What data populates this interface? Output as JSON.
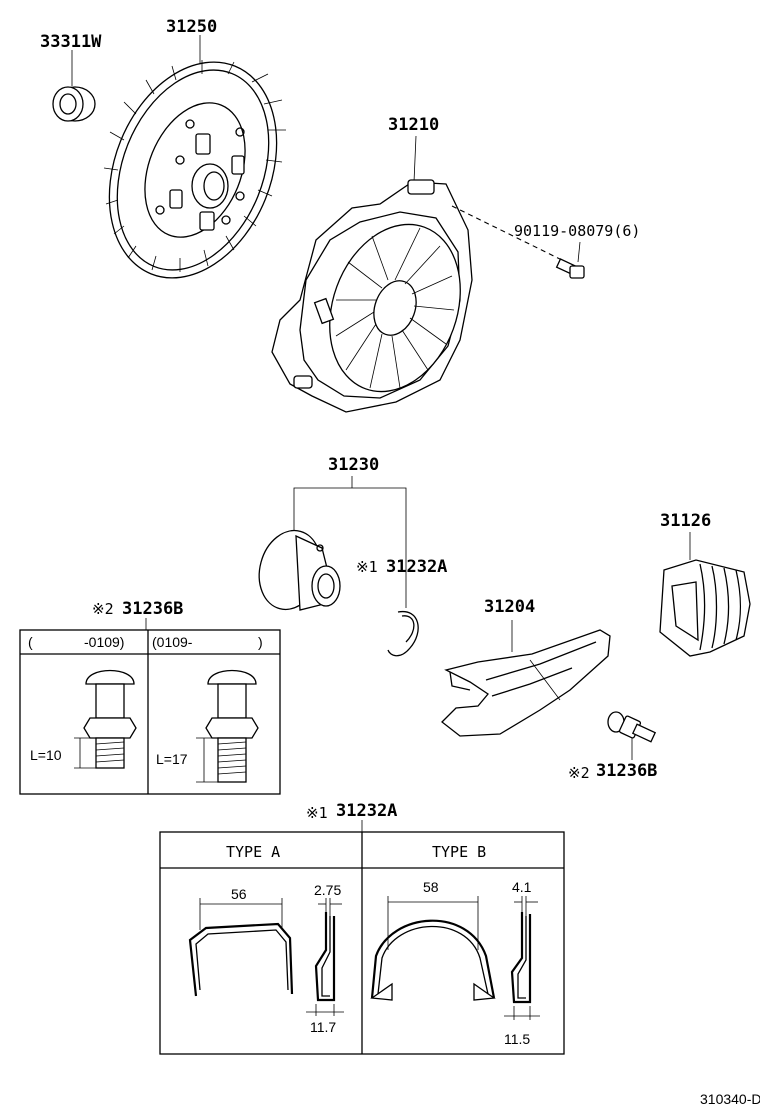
{
  "parts": {
    "p33311W": "33311W",
    "p31250": "31250",
    "p31210": "31210",
    "p90119": "90119-08079(6)",
    "p31230": "31230",
    "p31232A": "31232A",
    "p31236B_left": "31236B",
    "p31204": "31204",
    "p31126": "31126",
    "p31236B_right": "31236B",
    "p31232A_detail": "31232A"
  },
  "notes": {
    "note1": "※1",
    "note2": "※2"
  },
  "bolt_table": {
    "col1_header_open": "(",
    "col1_header_range": "-0109)",
    "col2_header_range": "(0109-",
    "col2_header_close": ")",
    "col1_length": "L=10",
    "col2_length": "L=17"
  },
  "clip_table": {
    "type_a": "TYPE A",
    "type_b": "TYPE B",
    "a_width": "56",
    "a_thickness": "2.75",
    "a_depth": "11.7",
    "b_width": "58",
    "b_thickness": "4.1",
    "b_depth": "11.5"
  },
  "figure_id": "310340-D"
}
